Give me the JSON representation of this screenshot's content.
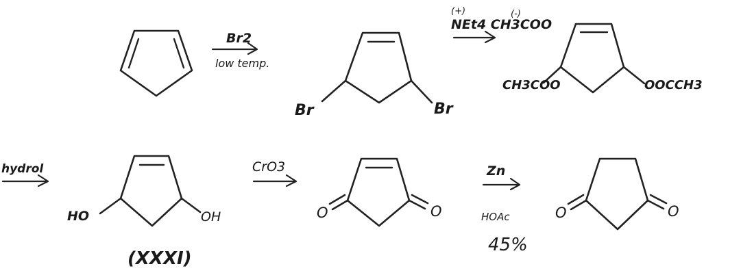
{
  "step1": {
    "reagent": "Br2",
    "condition": "low temp."
  },
  "dibromide": {
    "left_sub": "Br",
    "right_sub": "Br"
  },
  "step2": {
    "reagent_charge_plus": "(+)",
    "reagent_main": "NEt4 CH3COO",
    "reagent_charge_minus": "(-)"
  },
  "diacetate": {
    "left_sub": "CH3COO",
    "right_sub": "OOCCH3"
  },
  "step3": {
    "reagent": "hydrol"
  },
  "diol": {
    "left_sub": "HO",
    "right_sub": "OH",
    "label": "(XXXI)"
  },
  "step4": {
    "reagent": "CrO3"
  },
  "enedione": {
    "left_sub": "O",
    "right_sub": "O"
  },
  "step5": {
    "reagent": "Zn",
    "condition": "HOAc",
    "yield": "45%"
  },
  "dione": {
    "left_sub": "O",
    "right_sub": "O"
  }
}
